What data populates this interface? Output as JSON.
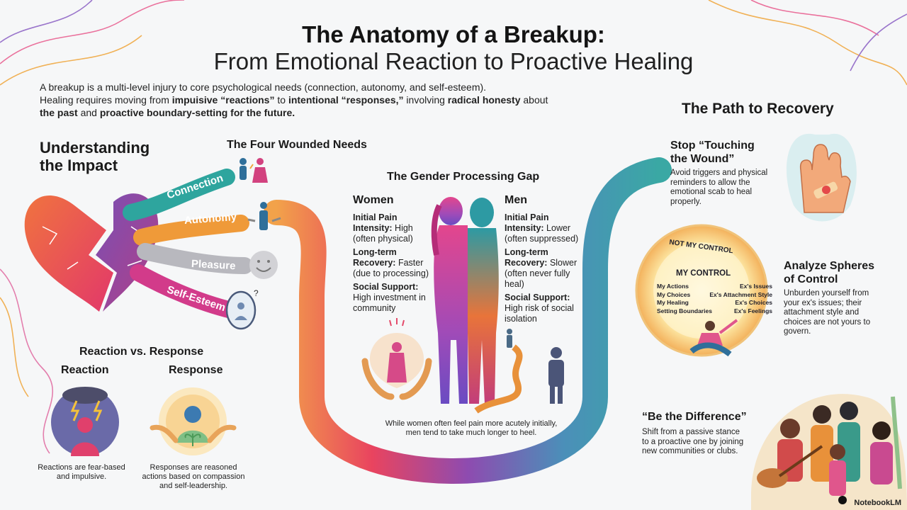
{
  "header": {
    "title": "The Anatomy of a Breakup:",
    "subtitle": "From Emotional Reaction to Proactive Healing"
  },
  "intro": {
    "line1": "A breakup is a multi-level injury to core psychological needs (connection, autonomy, and self-esteem).",
    "p1": "Healing requires moving from ",
    "b1": "impuisive “reactions”",
    "p2": " to ",
    "b2": "intentional “responses,”",
    "p3": " involving ",
    "b3": "radical honesty",
    "p4": " about ",
    "b4": "the past",
    "p5": " and ",
    "b5": "proactive boundary-setting for the future."
  },
  "impact": {
    "heading": "Understanding the Impact",
    "needs_heading": "The Four Wounded Needs",
    "needs": [
      "Connection",
      "Autonomy",
      "Pleasure",
      "Self-Esteem"
    ]
  },
  "reaction_response": {
    "heading": "Reaction vs. Response",
    "reaction_title": "Reaction",
    "response_title": "Response",
    "reaction_text": "Reactions are fear-based and impulsive.",
    "response_text": "Responses are reasoned actions based on compassion and self-leadership."
  },
  "gender": {
    "heading": "The Gender Processing Gap",
    "women": {
      "title": "Women",
      "pain_label": "Initial Pain Intensity:",
      "pain_value": "High (often physical)",
      "recovery_label": "Long-term Recovery:",
      "recovery_value": "Faster (due to processing)",
      "support_label": "Social Support:",
      "support_value": "High investment in community"
    },
    "men": {
      "title": "Men",
      "pain_label": "Initial Pain Intensity:",
      "pain_value": "Lower (often suppressed)",
      "recovery_label": "Long-term Recovery:",
      "recovery_value": "Slower (often never fully heal)",
      "support_label": "Social Support:",
      "support_value": "High risk of social isolation"
    },
    "caption": "While women often feel pain more acutely initially, men tend to take much longer to heel."
  },
  "recovery": {
    "heading": "The Path to Recovery",
    "wound_title": "Stop “Touching the Wound”",
    "wound_text": "Avoid triggers and physical reminders to allow the emotional scab to heal properly.",
    "spheres_title": "Analyze Spheres of Control",
    "spheres_text": "Unburden yourself from your ex's issues; their attachment style and choices are not yours to govern.",
    "not_my_control": "NOT MY CONTROL",
    "my_control": "MY CONTROL",
    "mine": [
      "My Actions",
      "My Choices",
      "My Healing",
      "Setting Boundaries"
    ],
    "theirs": [
      "Ex's Issues",
      "Ex's Attachment Style",
      "Ex's Choices",
      "Ex's Feelings"
    ],
    "difference_title": "“Be the Difference”",
    "difference_text": "Shift from a passive stance to a proactive one by joining new communities or clubs."
  },
  "brand": {
    "label": "NotebookLM"
  }
}
